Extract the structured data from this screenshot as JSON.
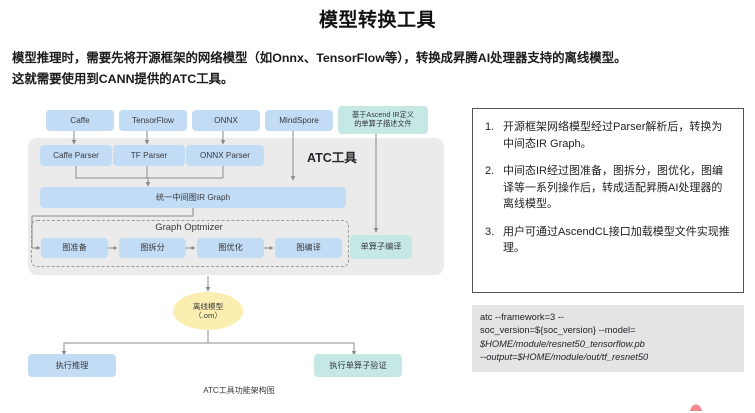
{
  "header": {
    "title": "模型转换工具",
    "subtitle_line1": "模型推理时，需要先将开源框架的网络模型（如Onnx、TensorFlow等），转换成昇腾AI处理器支持的离线模型。",
    "subtitle_line2": "这就需要使用到CANN提供的ATC工具。"
  },
  "diagram": {
    "caption": "ATC工具功能架构图",
    "atc_label": "ATC工具",
    "optimizer_label": "Graph Optmizer",
    "frameworks": [
      {
        "label": "Caffe"
      },
      {
        "label": "TensorFlow"
      },
      {
        "label": "ONNX"
      },
      {
        "label": "MindSpore"
      },
      {
        "label": "基于Ascend IR定义\n的单算子描述文件"
      }
    ],
    "framework_labels": {
      "caffe": "Caffe",
      "tensorflow": "TensorFlow",
      "onnx": "ONNX",
      "mindspore": "MindSpore",
      "ascend_ir_1": "基于Ascend IR定义",
      "ascend_ir_2": "的单算子描述文件"
    },
    "parsers": {
      "caffe_parser": "Caffe Parser",
      "tf_parser": "TF Parser",
      "onnx_parser": "ONNX Parser"
    },
    "ir_graph": "统一中间图IR Graph",
    "optimizer_stages": {
      "stage1": "图准备",
      "stage2": "图拆分",
      "stage3": "图优化",
      "stage4": "图编译"
    },
    "single_op_compile": "单算子编译",
    "offline_model_line1": "离线模型",
    "offline_model_line2": "（.om）",
    "outputs": {
      "inference": "执行推理",
      "single_op_verify": "执行单算子验证"
    },
    "colors": {
      "blue_box": "#c3dcf5",
      "teal_box": "#c6e8e4",
      "yellow_ellipse": "#fbeeb0",
      "panel_gray": "#ebebeb",
      "arrow": "#8b8b8b"
    }
  },
  "notes": {
    "items": [
      {
        "num": "1.",
        "text": "开源框架网络模型经过Parser解析后，转换为中间态IR Graph。"
      },
      {
        "num": "2.",
        "text": "中间态IR经过图准备，图拆分，图优化，图编译等一系列操作后，转成适配昇腾AI处理器的离线模型。"
      },
      {
        "num": "3.",
        "text": "用户可通过AscendCL接口加载模型文件实现推理。"
      }
    ]
  },
  "command": {
    "line1": "atc --framework=3 --",
    "line2": "soc_version=${soc_version} --model=",
    "line3": "$HOME/module/resnet50_tensorflow.pb",
    "line4": "--output=$HOME/module/out/tf_resnet50"
  }
}
